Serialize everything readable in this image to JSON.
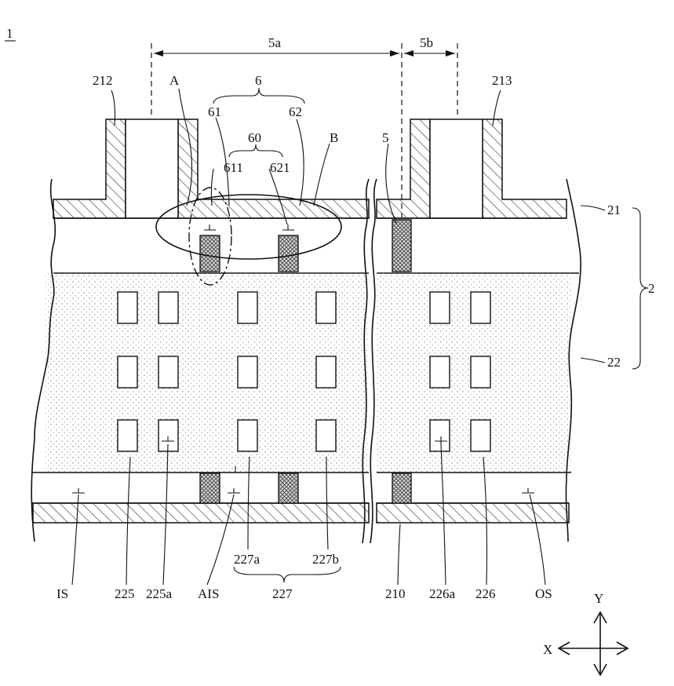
{
  "figure_number": "1",
  "dimensions": {
    "left_span": "5a",
    "right_span": "5b"
  },
  "labels": {
    "l212": "212",
    "l213": "213",
    "lA": "A",
    "lB": "B",
    "l6": "6",
    "l61": "61",
    "l62": "62",
    "l60": "60",
    "l611": "611",
    "l621": "621",
    "l5": "5",
    "l21": "21",
    "l22": "22",
    "l2": "2",
    "lIS": "IS",
    "l225": "225",
    "l225a": "225a",
    "lAIS": "AIS",
    "l227a": "227a",
    "l227b": "227b",
    "l227": "227",
    "l210": "210",
    "l226a": "226a",
    "l226": "226",
    "lOS": "OS"
  },
  "axes": {
    "y": "Y",
    "x": "X"
  },
  "colors": {
    "line": "#111111",
    "dots": "#888888",
    "hatch": "#333333"
  }
}
